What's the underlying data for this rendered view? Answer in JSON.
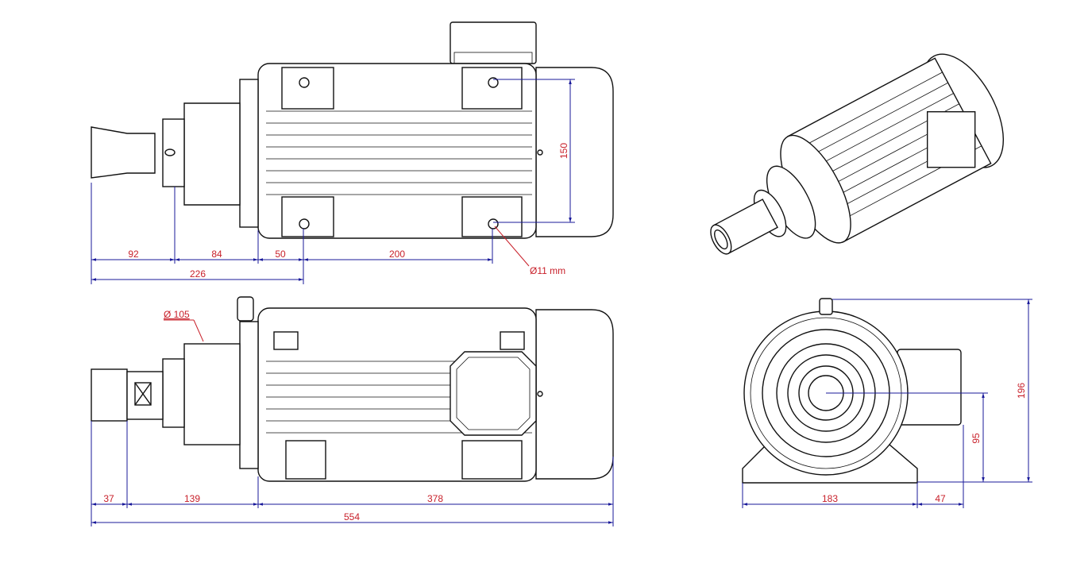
{
  "title": "Spindle motor dimensional drawing",
  "top_view": {
    "dims": {
      "collet": "92",
      "nose": "84",
      "flange_to_hole": "50",
      "hole_spacing": "200",
      "total_to_hole": "226",
      "hole_height": "150"
    },
    "hole_label": "Ø11 mm"
  },
  "side_view": {
    "diameter_label": "Ø 105",
    "dims": {
      "collet": "37",
      "nose": "139",
      "body": "378",
      "overall": "554"
    }
  },
  "front_view": {
    "dims": {
      "feet_width": "183",
      "box_offset": "47",
      "height": "196",
      "axis_height": "95"
    }
  },
  "colors": {
    "dimension_line": "#1a1a9a",
    "dimension_text": "#c8202a"
  }
}
